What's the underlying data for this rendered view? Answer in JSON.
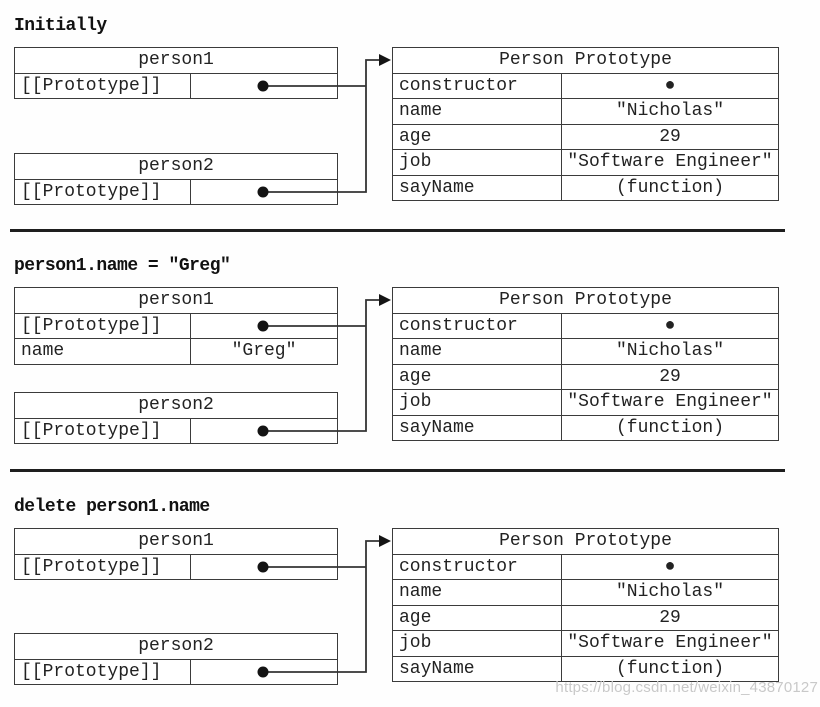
{
  "watermark": "https://blog.csdn.net/weixin_43870127",
  "sections": [
    {
      "label": "Initially",
      "person1": {
        "title": "person1",
        "rows": [
          {
            "key": "[[Prototype]]",
            "value": ""
          }
        ]
      },
      "person2": {
        "title": "person2",
        "rows": [
          {
            "key": "[[Prototype]]",
            "value": ""
          }
        ]
      },
      "prototype": {
        "title": "Person Prototype",
        "rows": [
          {
            "key": "constructor",
            "value": "●"
          },
          {
            "key": "name",
            "value": "\"Nicholas\""
          },
          {
            "key": "age",
            "value": "29"
          },
          {
            "key": "job",
            "value": "\"Software Engineer\""
          },
          {
            "key": "sayName",
            "value": "(function)"
          }
        ]
      }
    },
    {
      "label": "person1.name = \"Greg\"",
      "person1": {
        "title": "person1",
        "rows": [
          {
            "key": "[[Prototype]]",
            "value": ""
          },
          {
            "key": "name",
            "value": "\"Greg\""
          }
        ]
      },
      "person2": {
        "title": "person2",
        "rows": [
          {
            "key": "[[Prototype]]",
            "value": ""
          }
        ]
      },
      "prototype": {
        "title": "Person Prototype",
        "rows": [
          {
            "key": "constructor",
            "value": "●"
          },
          {
            "key": "name",
            "value": "\"Nicholas\""
          },
          {
            "key": "age",
            "value": "29"
          },
          {
            "key": "job",
            "value": "\"Software Engineer\""
          },
          {
            "key": "sayName",
            "value": "(function)"
          }
        ]
      }
    },
    {
      "label": "delete person1.name",
      "person1": {
        "title": "person1",
        "rows": [
          {
            "key": "[[Prototype]]",
            "value": ""
          }
        ]
      },
      "person2": {
        "title": "person2",
        "rows": [
          {
            "key": "[[Prototype]]",
            "value": ""
          }
        ]
      },
      "prototype": {
        "title": "Person Prototype",
        "rows": [
          {
            "key": "constructor",
            "value": "●"
          },
          {
            "key": "name",
            "value": "\"Nicholas\""
          },
          {
            "key": "age",
            "value": "29"
          },
          {
            "key": "job",
            "value": "\"Software Engineer\""
          },
          {
            "key": "sayName",
            "value": "(function)"
          }
        ]
      }
    }
  ]
}
